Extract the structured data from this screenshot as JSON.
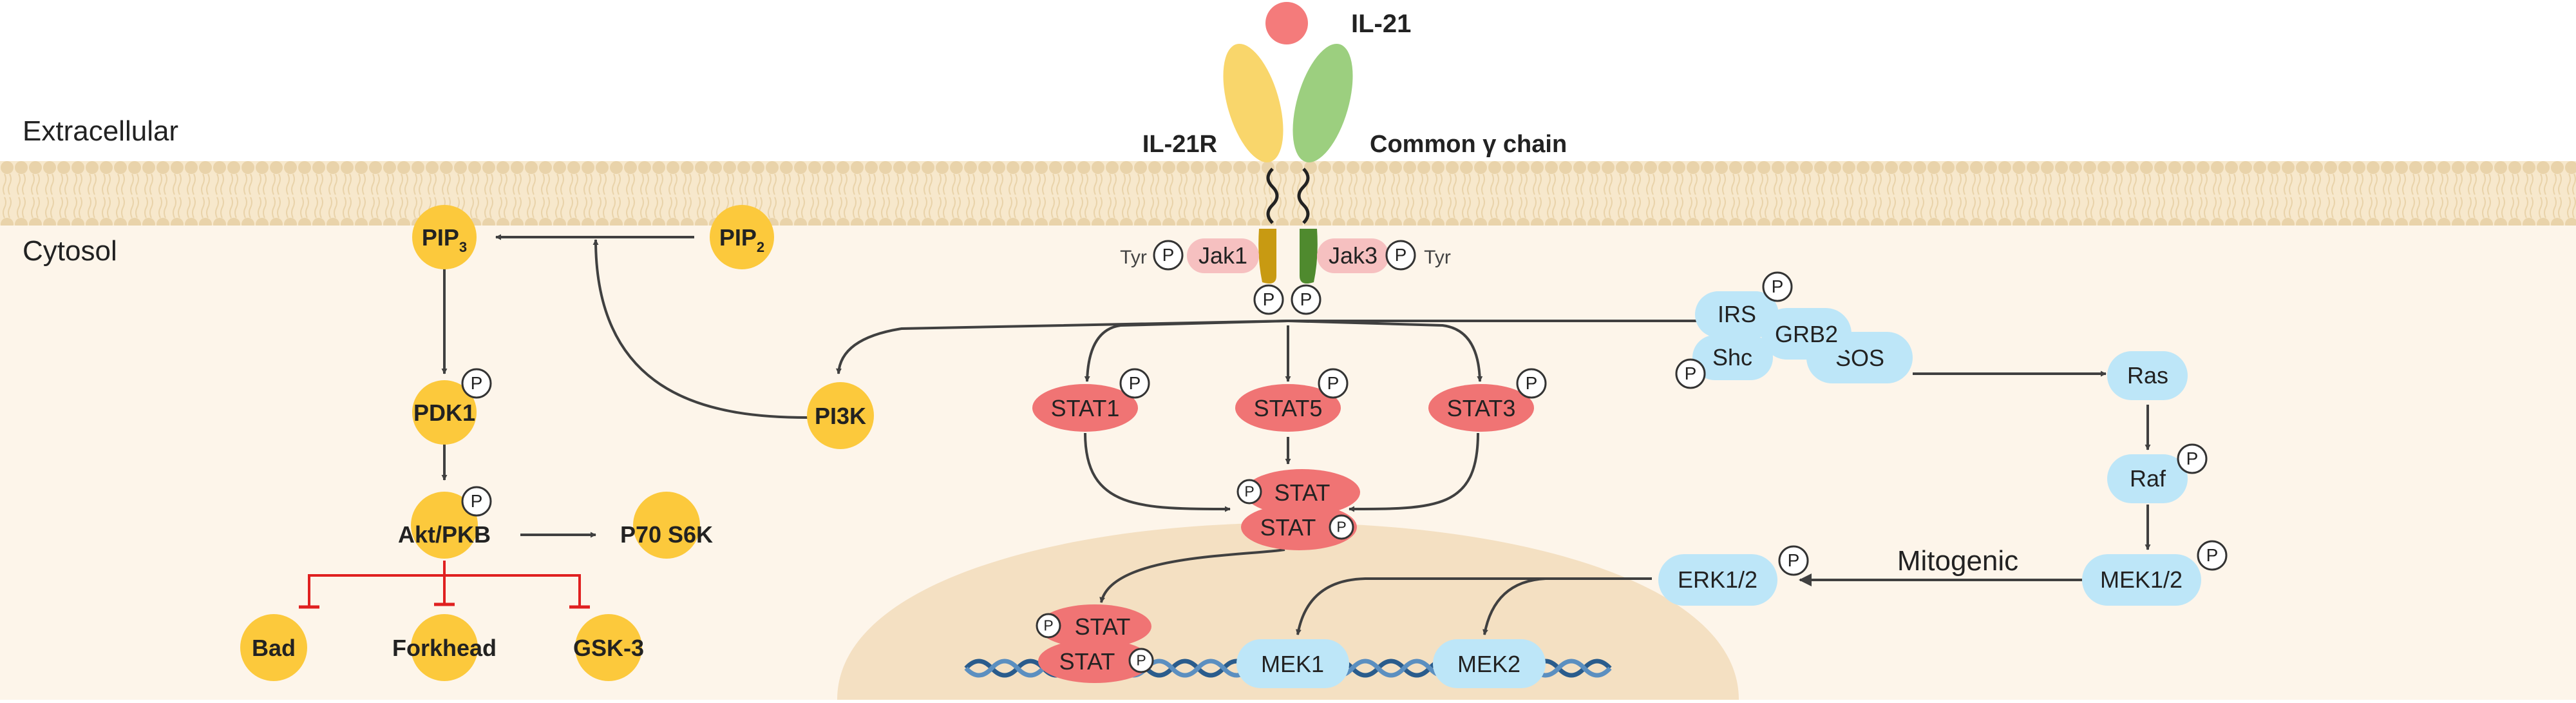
{
  "regions": {
    "extracellular": "Extracellular",
    "cytosol": "Cytosol"
  },
  "receptor": {
    "ligand": "IL-21",
    "il21r": "IL-21R",
    "gamma_chain": "Common γ chain",
    "jak1": "Jak1",
    "jak3": "Jak3",
    "tyr": "Tyr"
  },
  "phospho_symbol": "P",
  "pi3k_pathway": {
    "pip2": "PIP",
    "pip2_sub": "2",
    "pip3": "PIP",
    "pip3_sub": "3",
    "pi3k": "PI3K",
    "pdk1": "PDK1",
    "akt": "Akt/PKB",
    "p70": "P70 S6K",
    "bad": "Bad",
    "forkhead": "Forkhead",
    "gsk3": "GSK-3"
  },
  "stat_pathway": {
    "stat1": "STAT1",
    "stat5": "STAT5",
    "stat3": "STAT3",
    "dimer_top": "STAT",
    "dimer_bottom": "STAT",
    "nuclear_top": "STAT",
    "nuclear_bottom": "STAT"
  },
  "mapk_pathway": {
    "irs": "IRS",
    "grb2": "GRB2",
    "shc": "Shc",
    "sos": "SOS",
    "ras": "Ras",
    "raf": "Raf",
    "mek12": "MEK1/2",
    "erk12": "ERK1/2",
    "mitogenic": "Mitogenic",
    "mek1": "MEK1",
    "mek2": "MEK2"
  },
  "colors": {
    "cytosol_bg": "#fdf5ea",
    "membrane_bg": "#f7e8cc",
    "membrane_lipid": "#e6cfa5",
    "nucleus": "#f4e0c2",
    "yellow_node": "#fcc93c",
    "red_node": "#f07474",
    "blue_node": "#bde6f8",
    "jak_pink": "#f6c0c0",
    "ligand": "#f47b7b",
    "il21r_chain": "#f9d66b",
    "gamma_chain": "#9ccf7f",
    "il21r_tm": "#c89a12",
    "gamma_tm": "#4f8a2e",
    "arrow": "#404040",
    "inhibit": "#e02020",
    "dna": "#2a5c8c"
  }
}
